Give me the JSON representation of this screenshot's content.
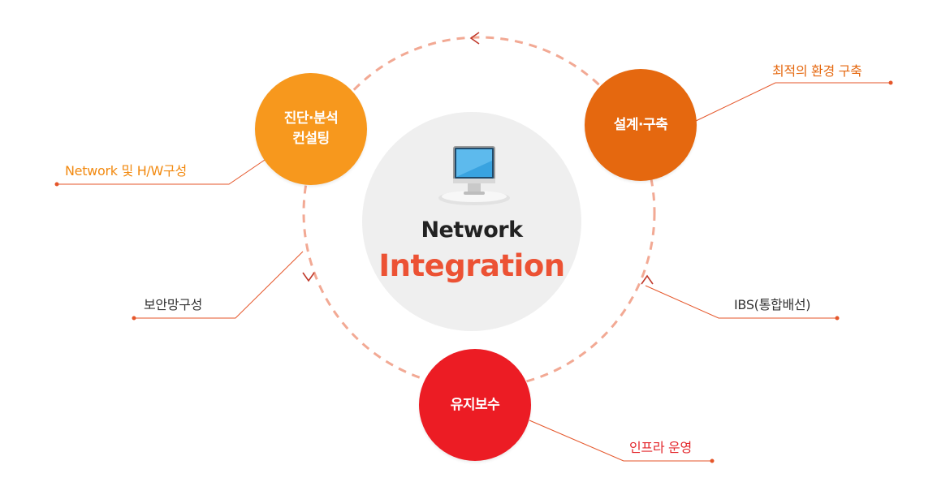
{
  "center": {
    "title": "Network",
    "subtitle": "Integration"
  },
  "nodes": {
    "diagnosis": {
      "line1": "진단·분석",
      "line2": "컨설팅"
    },
    "design": {
      "line1": "설계·구축"
    },
    "maintenance": {
      "line1": "유지보수"
    }
  },
  "labels": {
    "network_hw": "Network 및 H/W구성",
    "optimal_env": "최적의 환경 구축",
    "security_net": "보안망구성",
    "ibs": "IBS(통합배선)",
    "infra_ops": "인프라 운영"
  },
  "colors": {
    "orange_light": "#f7981d",
    "orange_dark": "#e5680f",
    "red": "#ec1c24",
    "accent_title": "#ec5234",
    "ring_dash": "#f2a994",
    "leader_line": "#e5562a"
  }
}
